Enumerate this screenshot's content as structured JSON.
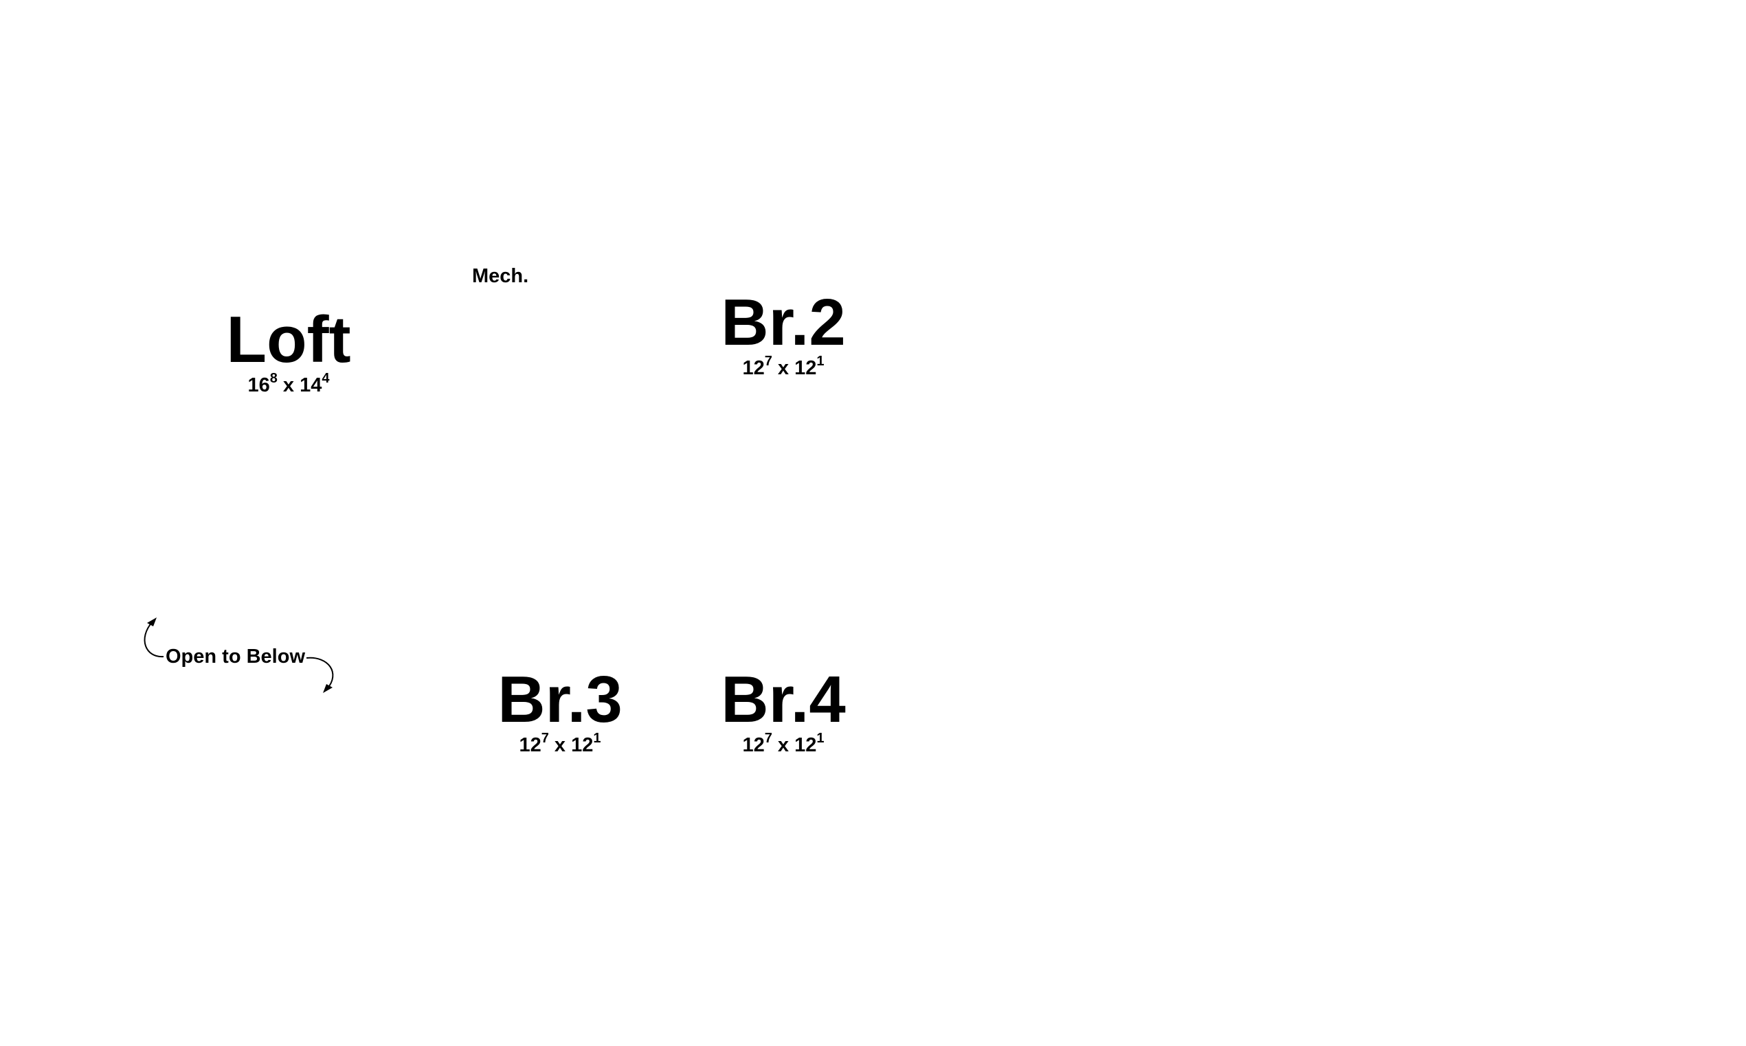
{
  "rooms": {
    "loft": {
      "name": "Loft",
      "dim_a": "16",
      "dim_a_sup": "8",
      "sep": "x",
      "dim_b": "14",
      "dim_b_sup": "4"
    },
    "br2": {
      "name": "Br.2",
      "dim_a": "12",
      "dim_a_sup": "7",
      "sep": "x",
      "dim_b": "12",
      "dim_b_sup": "1"
    },
    "br3": {
      "name": "Br.3",
      "dim_a": "12",
      "dim_a_sup": "7",
      "sep": "x",
      "dim_b": "12",
      "dim_b_sup": "1"
    },
    "br4": {
      "name": "Br.4",
      "dim_a": "12",
      "dim_a_sup": "7",
      "sep": "x",
      "dim_b": "12",
      "dim_b_sup": "1"
    },
    "mech": {
      "name": "Mech."
    }
  },
  "open_to_below": {
    "label": "Open to Below"
  }
}
